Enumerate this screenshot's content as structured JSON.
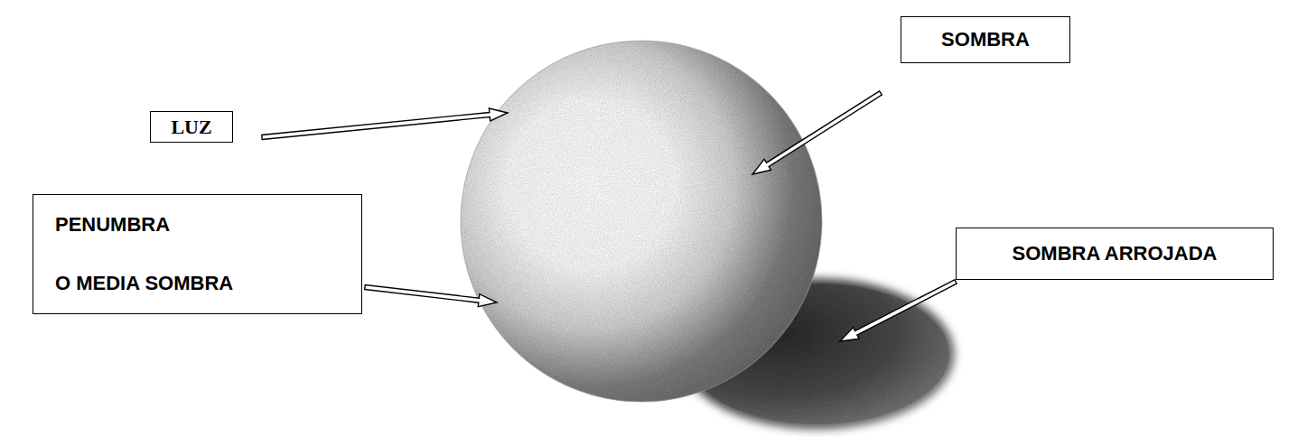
{
  "diagram": {
    "nodes": [
      {
        "text": [
          "SOMBRA"
        ]
      },
      {
        "text": [
          "LUZ"
        ]
      },
      {
        "text": [
          "PENUMBRA",
          "O MEDIA SOMBRA"
        ]
      },
      {
        "text": [
          "SOMBRA ARROJADA"
        ]
      }
    ]
  }
}
